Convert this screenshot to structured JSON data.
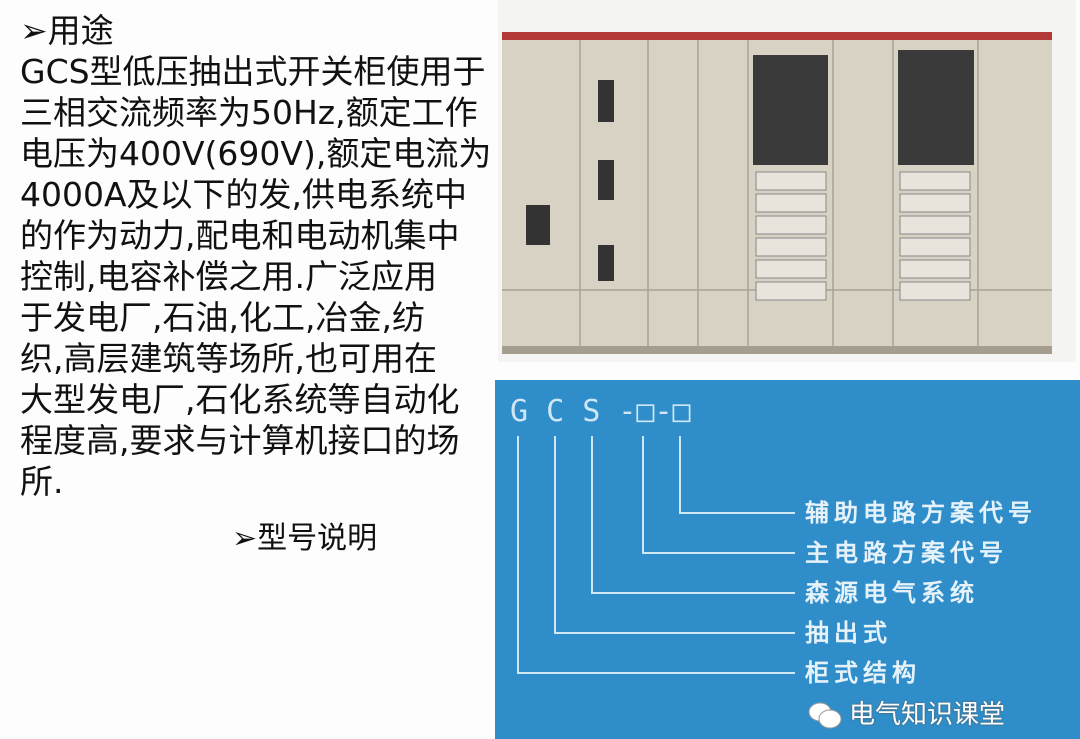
{
  "usage": {
    "heading": "用途",
    "lines": [
      "GCS型低压抽出式开关柜使用于",
      "三相交流频率为50Hz,额定工作",
      "电压为400V(690V),额定电流为",
      "4000A及以下的发,供电系统中",
      "的作为动力,配电和电动机集中",
      "控制,电容补偿之用.广泛应用",
      "于发电厂,石油,化工,冶金,纺",
      "织,高层建筑等场所,也可用在",
      "大型发电厂,石化系统等自动化",
      "程度高,要求与计算机接口的场",
      "所."
    ]
  },
  "model": {
    "heading": "型号说明",
    "code": "G C S -□-□",
    "labels": [
      "辅助电路方案代号",
      "主电路方案代号",
      "森源电气系统",
      "抽出式",
      "柜式结构"
    ],
    "background_color": "#2f8ec9"
  },
  "watermark": {
    "text": "电气知识课堂",
    "icon": "wechat-icon"
  },
  "bullet_icon": "arrowhead-bullet-icon"
}
